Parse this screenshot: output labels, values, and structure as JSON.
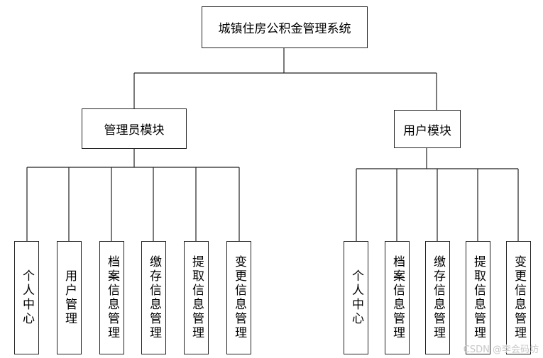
{
  "root": {
    "label": "城镇住房公积金管理系统"
  },
  "modules": [
    {
      "label": "管理员模块",
      "children": [
        "个人中心",
        "用户管理",
        "档案信息管理",
        "缴存信息管理",
        "提取信息管理",
        "变更信息管理"
      ]
    },
    {
      "label": "用户模块",
      "children": [
        "个人中心",
        "档案信息管理",
        "缴存信息管理",
        "提取信息管理",
        "变更信息管理"
      ]
    }
  ],
  "watermark": "CSDN @李会码坊"
}
